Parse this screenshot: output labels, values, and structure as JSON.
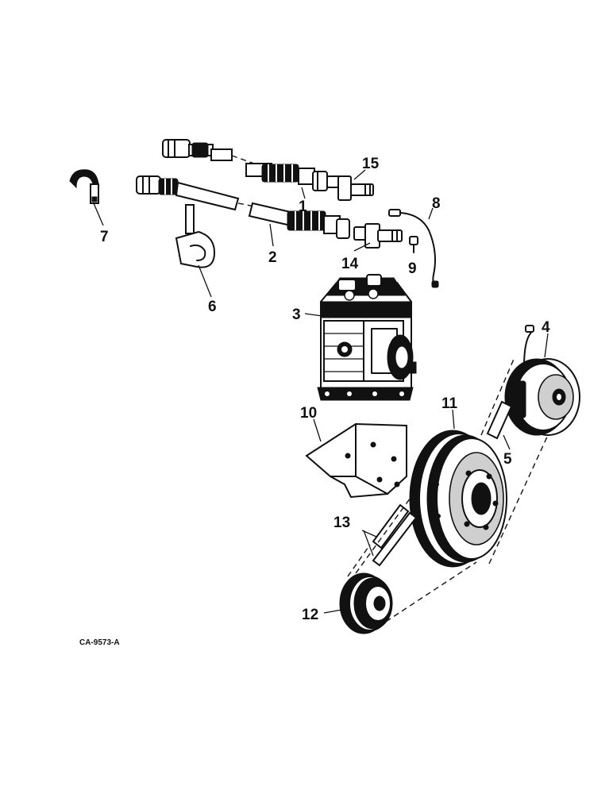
{
  "callouts": {
    "c1": "1",
    "c2": "2",
    "c3": "3",
    "c4": "4",
    "c5": "5",
    "c6": "6",
    "c7": "7",
    "c8": "8",
    "c9": "9",
    "c10": "10",
    "c11": "11",
    "c12": "12",
    "c13": "13",
    "c14": "14",
    "c15": "15"
  },
  "drawing_code": "CA-9573-A"
}
